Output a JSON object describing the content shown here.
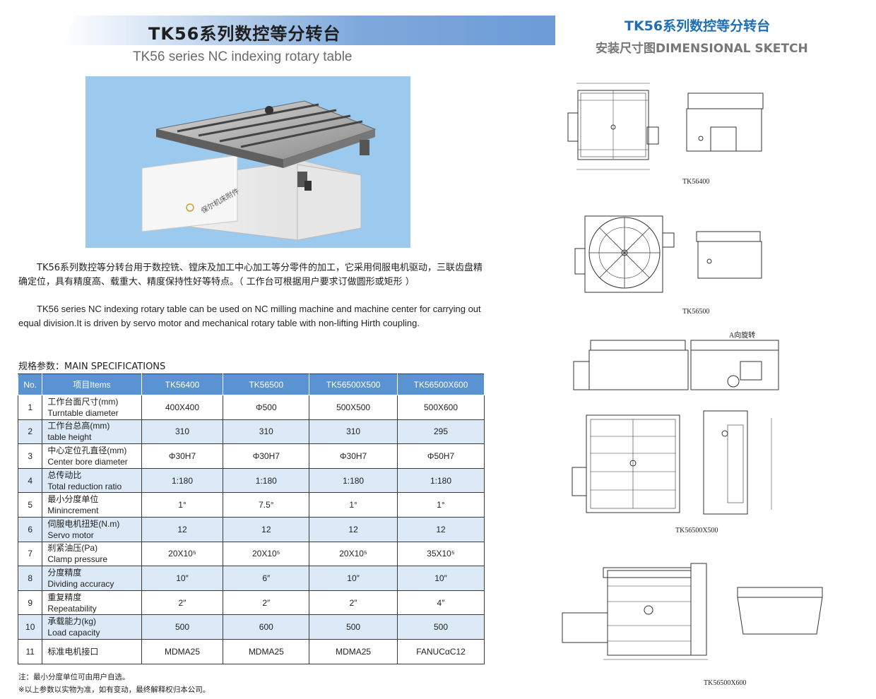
{
  "header": {
    "title_cn": "TK56系列数控等分转台",
    "title_en": "TK56 series NC indexing rotary table"
  },
  "photo": {
    "watermark": "保尔机床附件"
  },
  "description": {
    "cn": "TK56系列数控等分转台用于数控铣、镗床及加工中心加工等分零件的加工，它采用伺服电机驱动，三联齿盘精确定位，具有精度高、载重大、精度保持性好等特点。（ 工作台可根据用户要求订做圆形或矩形 ）",
    "en": "TK56 series NC indexing rotary table can be used on NC milling machine and machine center for carrying out equal division.It is driven by servo motor and mechanical rotary table with non-lifting Hirth coupling."
  },
  "specs": {
    "title": "规格参数：MAIN SPECIFICATIONS",
    "headers": [
      "No.",
      "项目Items",
      "TK56400",
      "TK56500",
      "TK56500X500",
      "TK56500X600"
    ],
    "rows": [
      {
        "no": "1",
        "cn": "工作台面尺寸(mm)",
        "en": "Turntable diameter",
        "v": [
          "400X400",
          "Φ500",
          "500X500",
          "500X600"
        ]
      },
      {
        "no": "2",
        "cn": "工作台总高(mm)",
        "en": "table height",
        "v": [
          "310",
          "310",
          "310",
          "295"
        ]
      },
      {
        "no": "3",
        "cn": "中心定位孔直径(mm)",
        "en": "Center bore diameter",
        "v": [
          "Φ30H7",
          "Φ30H7",
          "Φ30H7",
          "Φ50H7"
        ]
      },
      {
        "no": "4",
        "cn": "总传动比",
        "en": "Total reduction ratio",
        "v": [
          "1:180",
          "1:180",
          "1:180",
          "1:180"
        ]
      },
      {
        "no": "5",
        "cn": "最小分度单位",
        "en": "Minincrement",
        "v": [
          "1°",
          "7.5°",
          "1°",
          "1°"
        ]
      },
      {
        "no": "6",
        "cn": "伺服电机扭矩(N.m)",
        "en": "Servo motor",
        "v": [
          "12",
          "12",
          "12",
          "12"
        ]
      },
      {
        "no": "7",
        "cn": "刹紧油压(Pa)",
        "en": "Clamp pressure",
        "v": [
          "20X10⁵",
          "20X10⁵",
          "20X10⁵",
          "35X10⁵"
        ]
      },
      {
        "no": "8",
        "cn": "分度精度",
        "en": "Dividing accuracy",
        "v": [
          "10″",
          "6″",
          "10″",
          "10″"
        ]
      },
      {
        "no": "9",
        "cn": "重复精度",
        "en": "Repeatability",
        "v": [
          "2″",
          "2″",
          "2″",
          "4″"
        ]
      },
      {
        "no": "10",
        "cn": "承载能力(kg)",
        "en": "Load capacity",
        "v": [
          "500",
          "600",
          "500",
          "500"
        ]
      },
      {
        "no": "11",
        "cn": "标准电机接口",
        "en": "",
        "v": [
          "MDMA25",
          "MDMA25",
          "MDMA25",
          "FANUCαC12"
        ]
      }
    ]
  },
  "notes": {
    "n1": "注：最小分度单位可由用户自选。",
    "n2": "※以上参数以实物为准，如有变动，最终解释权归本公司。"
  },
  "right": {
    "title": "TK56系列数控等分转台",
    "subtitle": "安装尺寸图DIMENSIONAL SKETCH",
    "sketches": {
      "s1": "TK56400",
      "s2": "TK56500",
      "s3": "TK56500X500",
      "s4": "TK56500X600",
      "a_view": "A向旋转"
    }
  },
  "colors": {
    "header_blue": "#5a93d2",
    "row_tint": "#dce9f6",
    "title_blue": "#1f6fb5"
  }
}
